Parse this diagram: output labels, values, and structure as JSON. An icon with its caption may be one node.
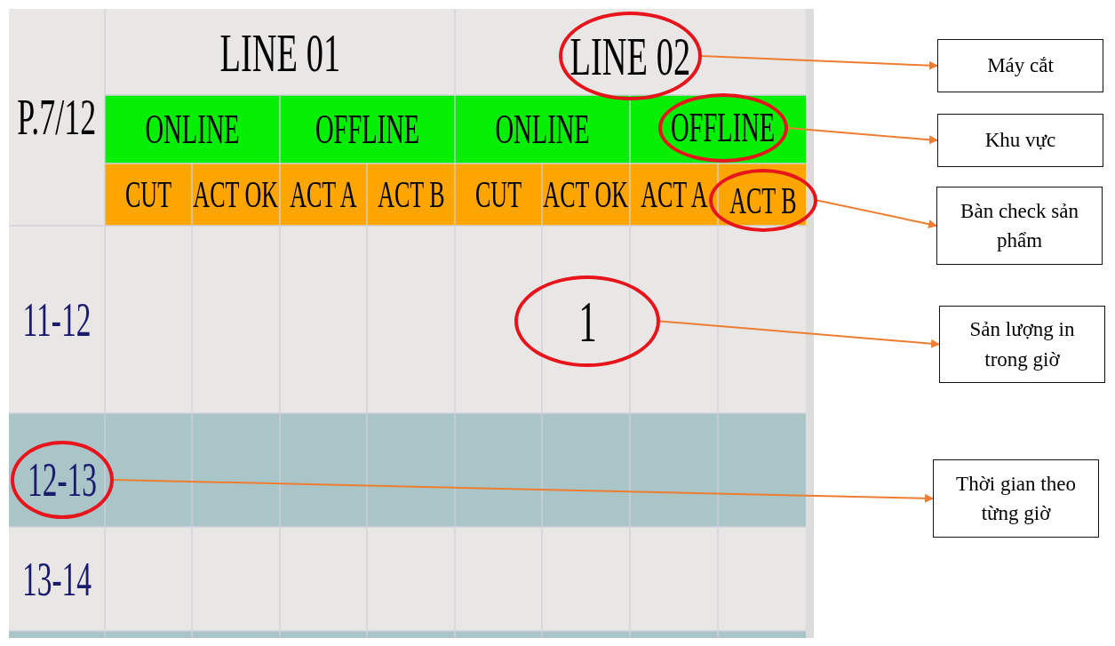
{
  "diagram": {
    "nodes": [
      {
        "text": [
          "LINE 02"
        ]
      },
      {
        "text": [
          "OFFLINE"
        ]
      },
      {
        "text": [
          "ACT B"
        ]
      },
      {
        "text": [
          "1"
        ]
      },
      {
        "text": [
          "12-13"
        ]
      },
      {
        "text": [
          "Máy cắt"
        ]
      },
      {
        "text": [
          "Khu vực"
        ]
      },
      {
        "text": [
          "Bàn check sản phẩm"
        ]
      },
      {
        "text": [
          "Sản lượng in trong giờ"
        ]
      },
      {
        "text": [
          "Thời gian theo từng giờ"
        ]
      }
    ],
    "edges": [
      {
        "from": 0,
        "to": 5,
        "arrow": "to"
      },
      {
        "from": 1,
        "to": 6,
        "arrow": "to"
      },
      {
        "from": 2,
        "to": 7,
        "arrow": "to"
      },
      {
        "from": 3,
        "to": 8,
        "arrow": "to"
      },
      {
        "from": 4,
        "to": 9,
        "arrow": "to"
      }
    ],
    "labels": [
      "P.7/12",
      "LINE 01",
      "ONLINE",
      "OFFLINE",
      "ONLINE",
      "CUT",
      "ACT OK",
      "ACT A",
      "ACT B",
      "CUT",
      "ACT OK",
      "ACT A",
      "11-12",
      "13-14"
    ]
  }
}
